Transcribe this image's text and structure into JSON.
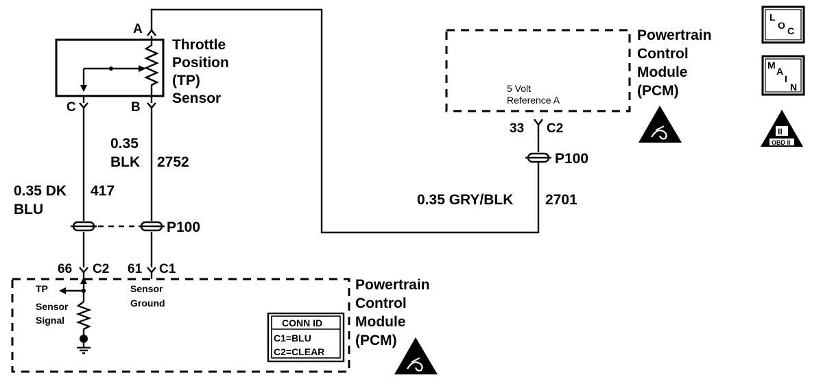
{
  "tp_sensor": {
    "name_lines": [
      "Throttle",
      "Position",
      "(TP)",
      "Sensor"
    ],
    "terminal_a": "A",
    "terminal_b": "B",
    "terminal_c": "C"
  },
  "pcm_top": {
    "name_lines": [
      "Powertrain",
      "Control",
      "Module",
      "(PCM)"
    ],
    "circuit_label_lines": [
      "5 Volt",
      "Reference A"
    ],
    "pin": "33",
    "connector": "C2"
  },
  "pcm_bottom": {
    "name_lines": [
      "Powertrain",
      "Control",
      "Module",
      "(PCM)"
    ],
    "pin_signal": "66",
    "conn_signal": "C2",
    "pin_ground": "61",
    "conn_ground": "C1",
    "signal_label_lines": [
      "TP",
      "Sensor",
      "Signal"
    ],
    "ground_label_lines": [
      "Sensor",
      "Ground"
    ],
    "conn_id": {
      "title": "CONN ID",
      "lines": [
        "C1=BLU",
        "C2=CLEAR"
      ]
    }
  },
  "wires": {
    "w417": {
      "gauge_lines": [
        "0.35 DK",
        "BLU"
      ],
      "circuit": "417"
    },
    "w2752": {
      "gauge_lines": [
        "0.35",
        "BLK"
      ],
      "circuit": "2752"
    },
    "w2701": {
      "gauge": "0.35 GRY/BLK",
      "circuit": "2701"
    }
  },
  "connectors": {
    "p100_left": "P100",
    "p100_right": "P100"
  },
  "badges": {
    "loc": [
      "L",
      "O",
      "C"
    ],
    "main": [
      "M",
      "A",
      "I",
      "N"
    ],
    "obd": {
      "numeral": "II",
      "text": "OBD II"
    }
  }
}
